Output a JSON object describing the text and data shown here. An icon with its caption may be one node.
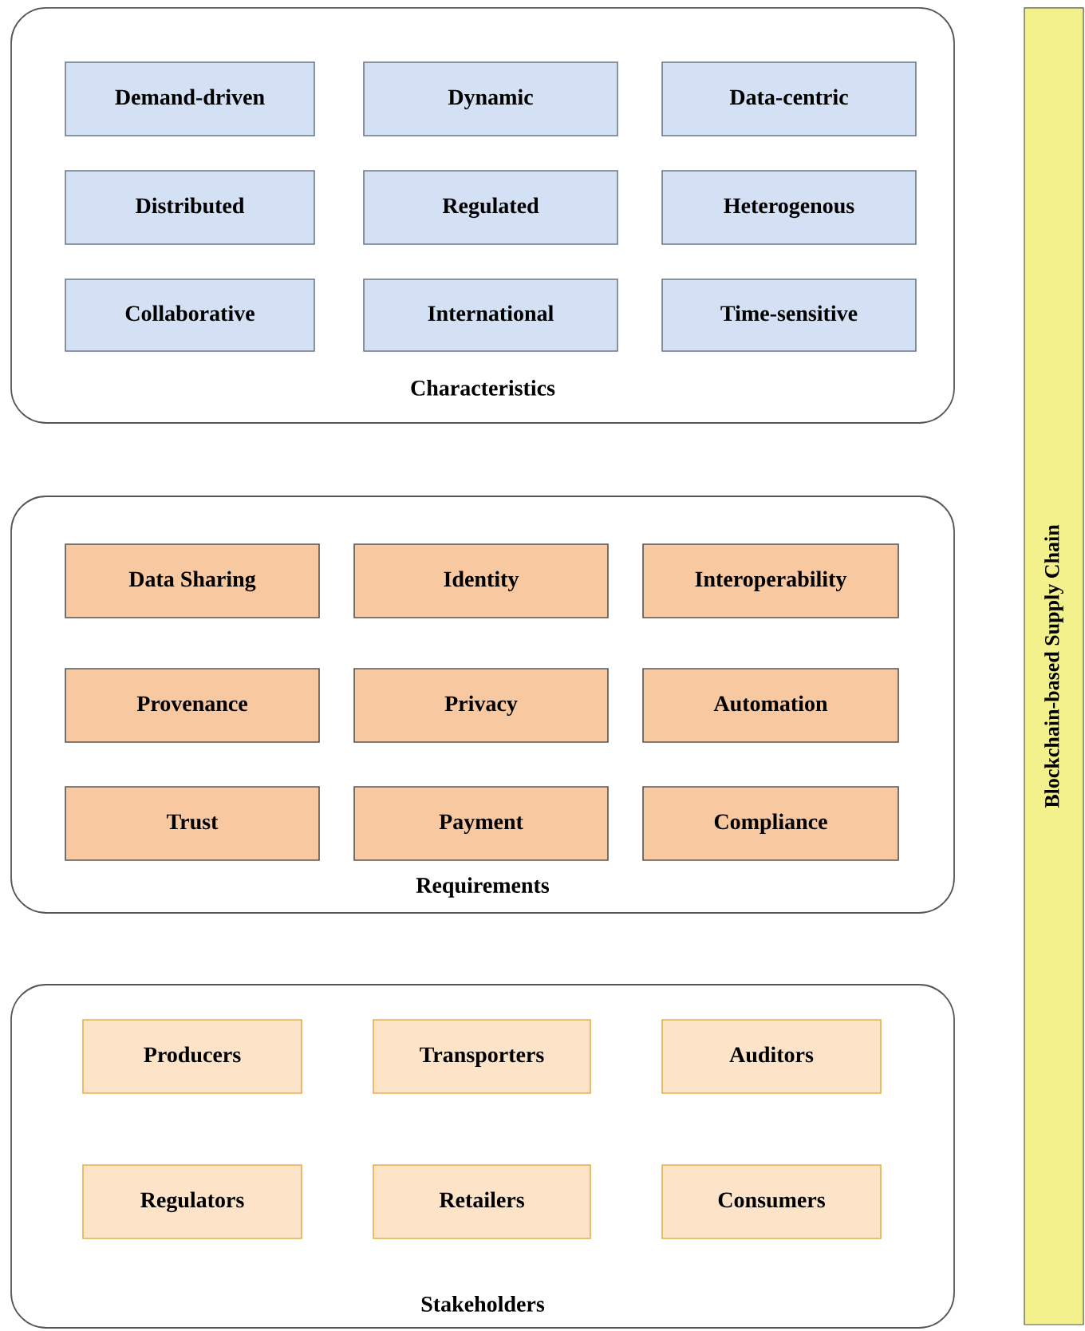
{
  "diagram": {
    "nodes": [
      {
        "text": [
          "Characteristics"
        ]
      },
      {
        "text": [
          "Demand-driven"
        ],
        "in": 0
      },
      {
        "text": [
          "Dynamic"
        ],
        "in": 0
      },
      {
        "text": [
          "Data-centric"
        ],
        "in": 0
      },
      {
        "text": [
          "Distributed"
        ],
        "in": 0
      },
      {
        "text": [
          "Regulated"
        ],
        "in": 0
      },
      {
        "text": [
          "Heterogenous"
        ],
        "in": 0
      },
      {
        "text": [
          "Collaborative"
        ],
        "in": 0
      },
      {
        "text": [
          "International"
        ],
        "in": 0
      },
      {
        "text": [
          "Time-sensitive"
        ],
        "in": 0
      },
      {
        "text": [
          "Requirements"
        ]
      },
      {
        "text": [
          "Data Sharing"
        ],
        "in": 10
      },
      {
        "text": [
          "Identity"
        ],
        "in": 10
      },
      {
        "text": [
          "Interoperability"
        ],
        "in": 10
      },
      {
        "text": [
          "Provenance"
        ],
        "in": 10
      },
      {
        "text": [
          "Privacy"
        ],
        "in": 10
      },
      {
        "text": [
          "Automation"
        ],
        "in": 10
      },
      {
        "text": [
          "Trust"
        ],
        "in": 10
      },
      {
        "text": [
          "Payment"
        ],
        "in": 10
      },
      {
        "text": [
          "Compliance"
        ],
        "in": 10
      },
      {
        "text": [
          "Stakeholders"
        ]
      },
      {
        "text": [
          "Producers"
        ],
        "in": 20
      },
      {
        "text": [
          "Transporters"
        ],
        "in": 20
      },
      {
        "text": [
          "Auditors"
        ],
        "in": 20
      },
      {
        "text": [
          "Regulators"
        ],
        "in": 20
      },
      {
        "text": [
          "Retailers"
        ],
        "in": 20
      },
      {
        "text": [
          "Consumers"
        ],
        "in": 20
      },
      {
        "text": [
          "Blockchain-based Supply Chain"
        ]
      }
    ]
  }
}
